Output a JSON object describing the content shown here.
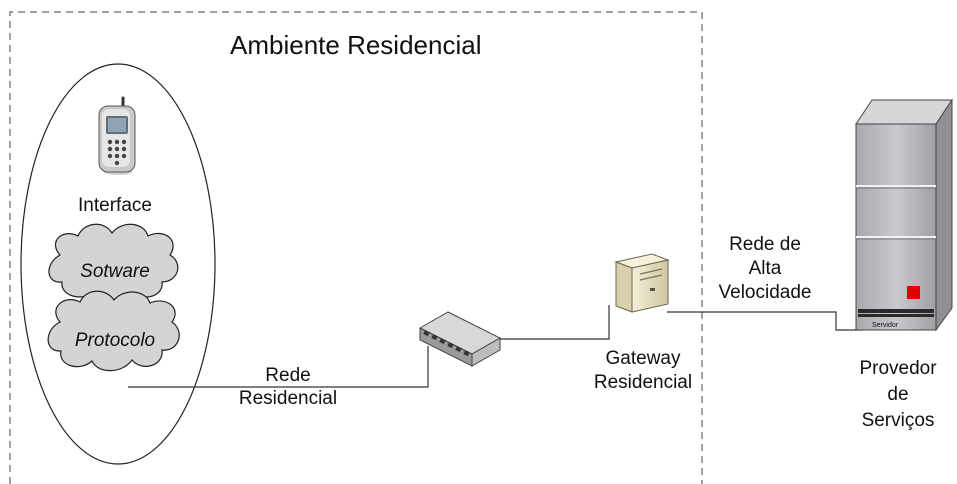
{
  "labels": {
    "environment_title": "Ambiente Residencial",
    "interface": "Interface",
    "software": "Sotware",
    "protocol": "Protocolo",
    "home_network": [
      "Rede",
      "Residencial"
    ],
    "gateway": [
      "Gateway",
      "Residencial"
    ],
    "high_speed_network": [
      "Rede de",
      "Alta",
      "Velocidade"
    ],
    "server_caption": "Servidor",
    "service_provider": [
      "Provedor",
      "de",
      "Serviços"
    ]
  },
  "colors": {
    "border_dash": "#666666",
    "cloud_fill": "#d4d4d4",
    "server_body": "#b9b9bd",
    "server_led": "#e00000",
    "gateway_body": "#e9e3c6"
  },
  "icons": [
    "mobile-phone-icon",
    "cloud-icon",
    "network-switch-icon",
    "gateway-server-icon",
    "server-tower-icon"
  ]
}
